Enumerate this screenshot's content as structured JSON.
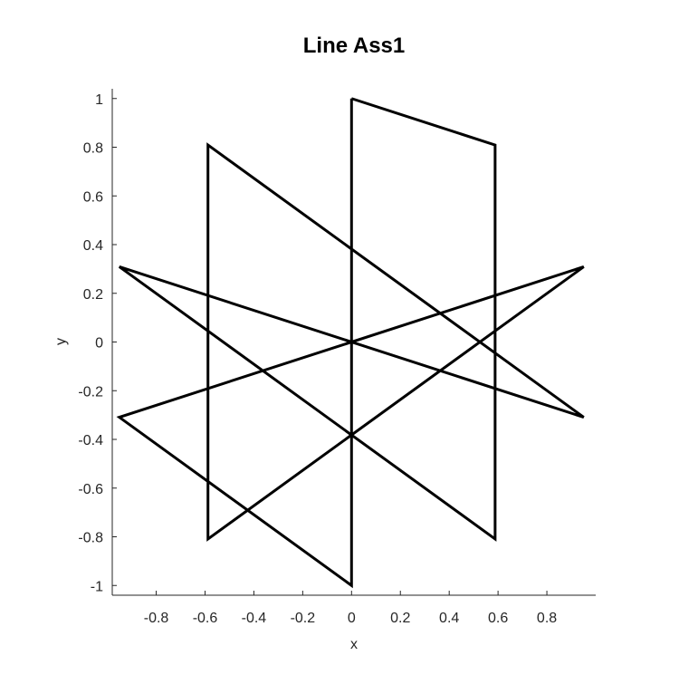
{
  "chart_data": {
    "type": "line",
    "title": "Line Ass1",
    "xlabel": "x",
    "ylabel": "y",
    "xlim": [
      -0.98,
      1.0
    ],
    "ylim": [
      -1.04,
      1.04
    ],
    "grid": false,
    "box": false,
    "xticks": [
      -0.8,
      -0.6,
      -0.4,
      -0.2,
      0,
      0.2,
      0.4,
      0.6,
      0.8
    ],
    "yticks": [
      -1,
      -0.8,
      -0.6,
      -0.4,
      -0.2,
      0,
      0.2,
      0.4,
      0.6,
      0.8,
      1
    ],
    "xtick_labels": [
      "-0.8",
      "-0.6",
      "-0.4",
      "-0.2",
      "0",
      "0.2",
      "0.4",
      "0.6",
      "0.8"
    ],
    "ytick_labels": [
      "-1",
      "-0.8",
      "-0.6",
      "-0.4",
      "-0.2",
      "0",
      "0.2",
      "0.4",
      "0.6",
      "0.8",
      "1"
    ],
    "line_color": "#000000",
    "series": [
      {
        "x": [
          0,
          0.588,
          0.588,
          -0.951,
          0.951,
          -0.588,
          -0.588,
          0.951,
          -0.951,
          0,
          0
        ],
        "y": [
          1,
          0.809,
          -0.809,
          0.309,
          -0.309,
          0.809,
          -0.809,
          0.309,
          -0.309,
          -1,
          1
        ]
      }
    ]
  }
}
